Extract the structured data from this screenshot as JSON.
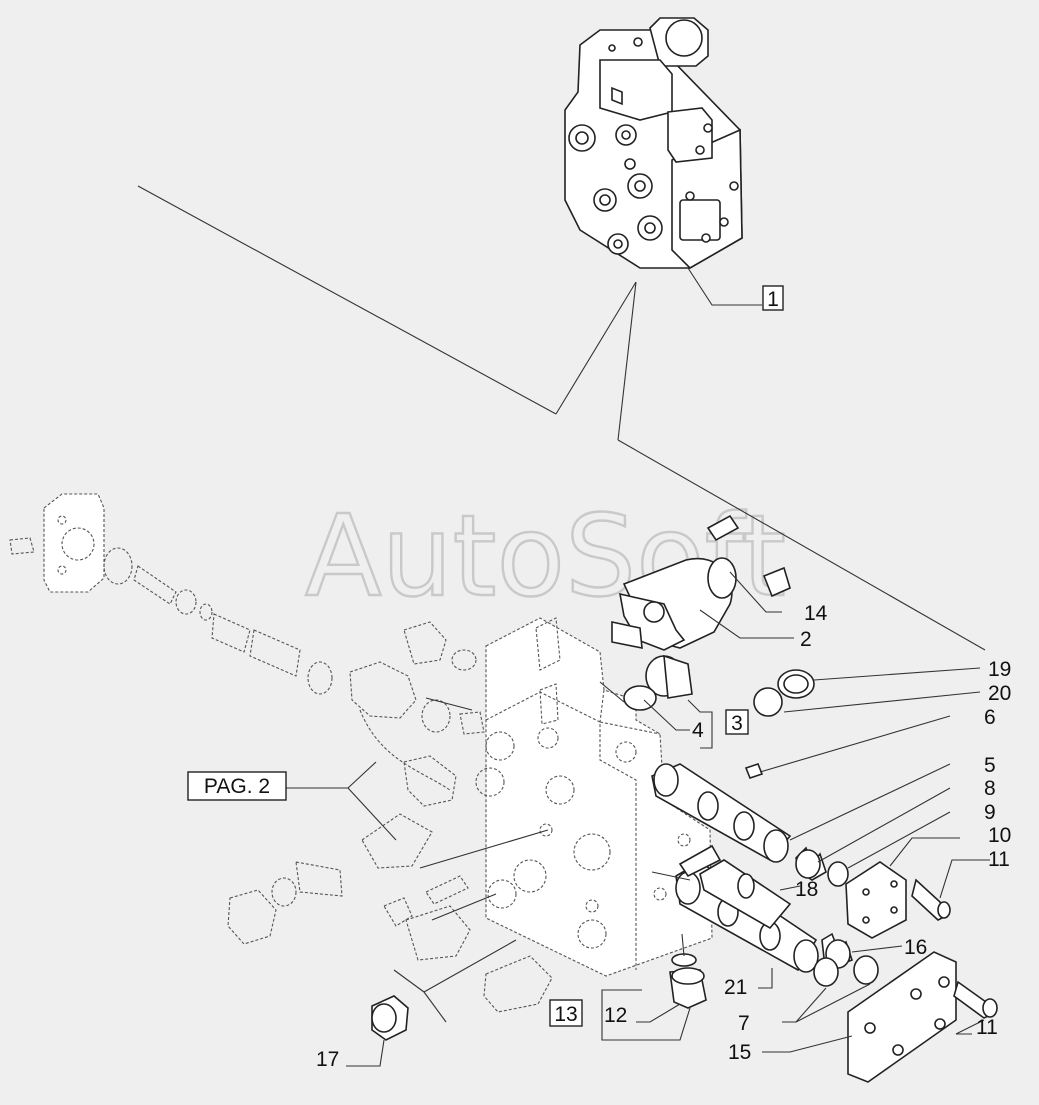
{
  "watermark": "AutoSoft",
  "reference_box": "PAG. 2",
  "callouts": {
    "c1": "1",
    "c2": "2",
    "c3": "3",
    "c4": "4",
    "c5": "5",
    "c6": "6",
    "c7": "7",
    "c8": "8",
    "c9": "9",
    "c10": "10",
    "c11a": "11",
    "c11b": "11",
    "c12": "12",
    "c13": "13",
    "c14": "14",
    "c15": "15",
    "c16": "16",
    "c17": "17",
    "c18": "18",
    "c19": "19",
    "c20": "20",
    "c21": "21"
  },
  "colors": {
    "background": "#efefef",
    "line": "#222222",
    "ghost_line": "#555555",
    "watermark": "#c9c9c9"
  }
}
